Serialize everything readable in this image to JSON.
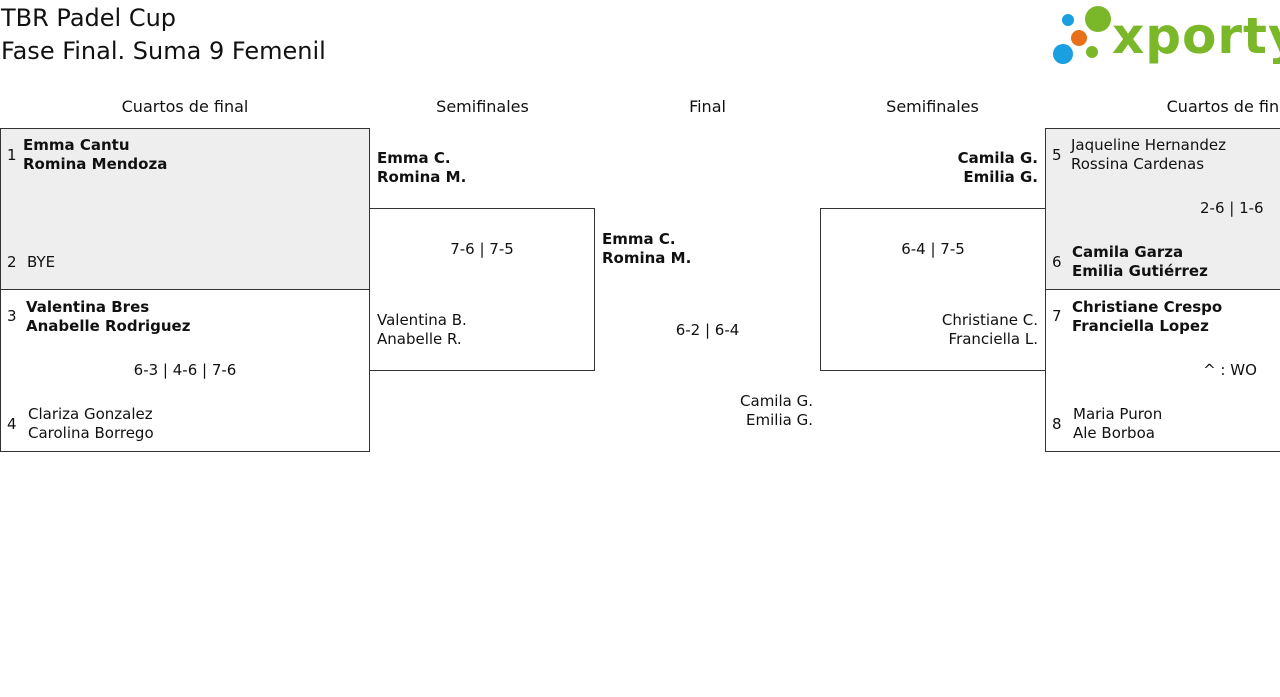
{
  "tournament": {
    "title": "TBR Padel Cup",
    "subtitle": "Fase Final. Suma 9 Femenil"
  },
  "logo": {
    "text": "xporty",
    "colors": {
      "text": "#7ab829",
      "blue": "#1a9fe0",
      "orange": "#e8701a",
      "green": "#7ab829"
    }
  },
  "rounds": {
    "left_qf": "Cuartos de final",
    "left_sf": "Semifinales",
    "final": "Final",
    "right_sf": "Semifinales",
    "right_qf": "Cuartos de final"
  },
  "left_qf": {
    "match1": {
      "seed_a": "1",
      "a1": "Emma Cantu",
      "a2": "Romina Mendoza",
      "seed_b": "2",
      "b1": "BYE"
    },
    "match2": {
      "seed_a": "3",
      "a1": "Valentina Bres",
      "a2": "Anabelle Rodriguez",
      "score": "6-3 | 4-6 | 7-6",
      "seed_b": "4",
      "b1": "Clariza Gonzalez",
      "b2": "Carolina Borrego"
    }
  },
  "left_sf": {
    "a1": "Emma C.",
    "a2": "Romina M.",
    "score": "7-6 | 7-5",
    "b1": "Valentina B.",
    "b2": "Anabelle R."
  },
  "final": {
    "a1": "Emma C.",
    "a2": "Romina M.",
    "score": "6-2 | 6-4",
    "b1": "Camila G.",
    "b2": "Emilia G."
  },
  "right_sf": {
    "a1": "Camila G.",
    "a2": "Emilia G.",
    "score": "6-4 | 7-5",
    "b1": "Christiane C.",
    "b2": "Franciella L."
  },
  "right_qf": {
    "match1": {
      "seed_a": "5",
      "a1": "Jaqueline Hernandez",
      "a2": "Rossina Cardenas",
      "score": "2-6 | 1-6",
      "seed_b": "6",
      "b1": "Camila Garza",
      "b2": "Emilia Gutiérrez"
    },
    "match2": {
      "seed_a": "7",
      "a1": "Christiane Crespo",
      "a2": "Franciella Lopez",
      "score": "^ : WO",
      "seed_b": "8",
      "b1": "Maria Puron",
      "b2": "Ale Borboa"
    }
  }
}
